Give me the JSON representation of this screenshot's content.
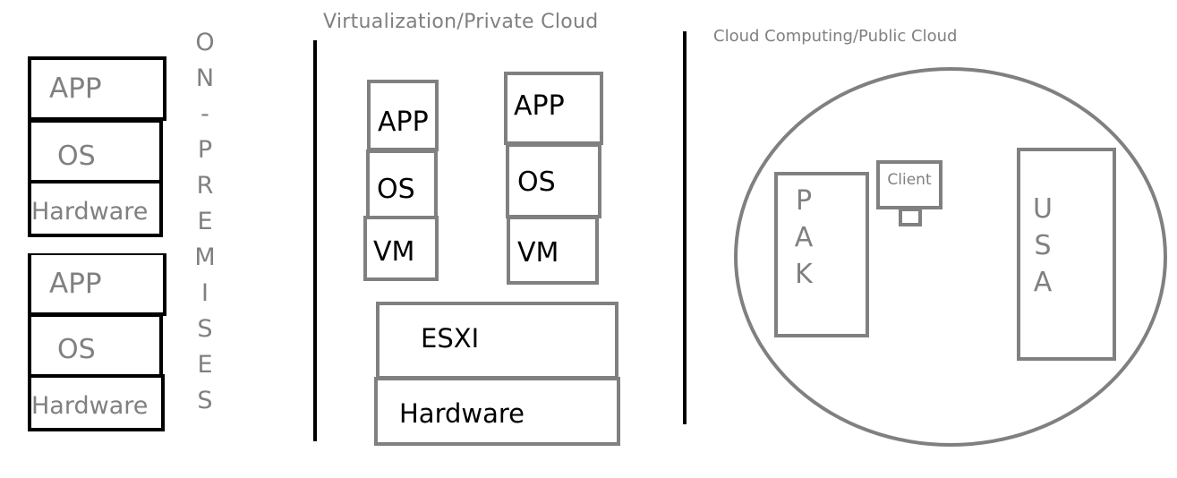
{
  "on_premises": {
    "stack1": {
      "app": "APP",
      "os": "OS",
      "hardware": "Hardware"
    },
    "stack2": {
      "app": "APP",
      "os": "OS",
      "hardware": "Hardware"
    },
    "vertical_label": [
      "O",
      "N",
      "-",
      "P",
      "R",
      "E",
      "M",
      "I",
      "S",
      "E",
      "S"
    ]
  },
  "virtualization": {
    "title": "Virtualization/Private Cloud",
    "vm1": {
      "app": "APP",
      "os": "OS",
      "vm": "VM"
    },
    "vm2": {
      "app": "APP",
      "os": "OS",
      "vm": "VM"
    },
    "hypervisor": "ESXI",
    "hardware": "Hardware"
  },
  "public_cloud": {
    "title": "Cloud Computing/Public Cloud",
    "client": "Client",
    "region_left": [
      "P",
      "A",
      "K"
    ],
    "region_right": [
      "U",
      "S",
      "A"
    ]
  },
  "colors": {
    "stroke_black": "#000000",
    "stroke_gray": "#808080"
  }
}
